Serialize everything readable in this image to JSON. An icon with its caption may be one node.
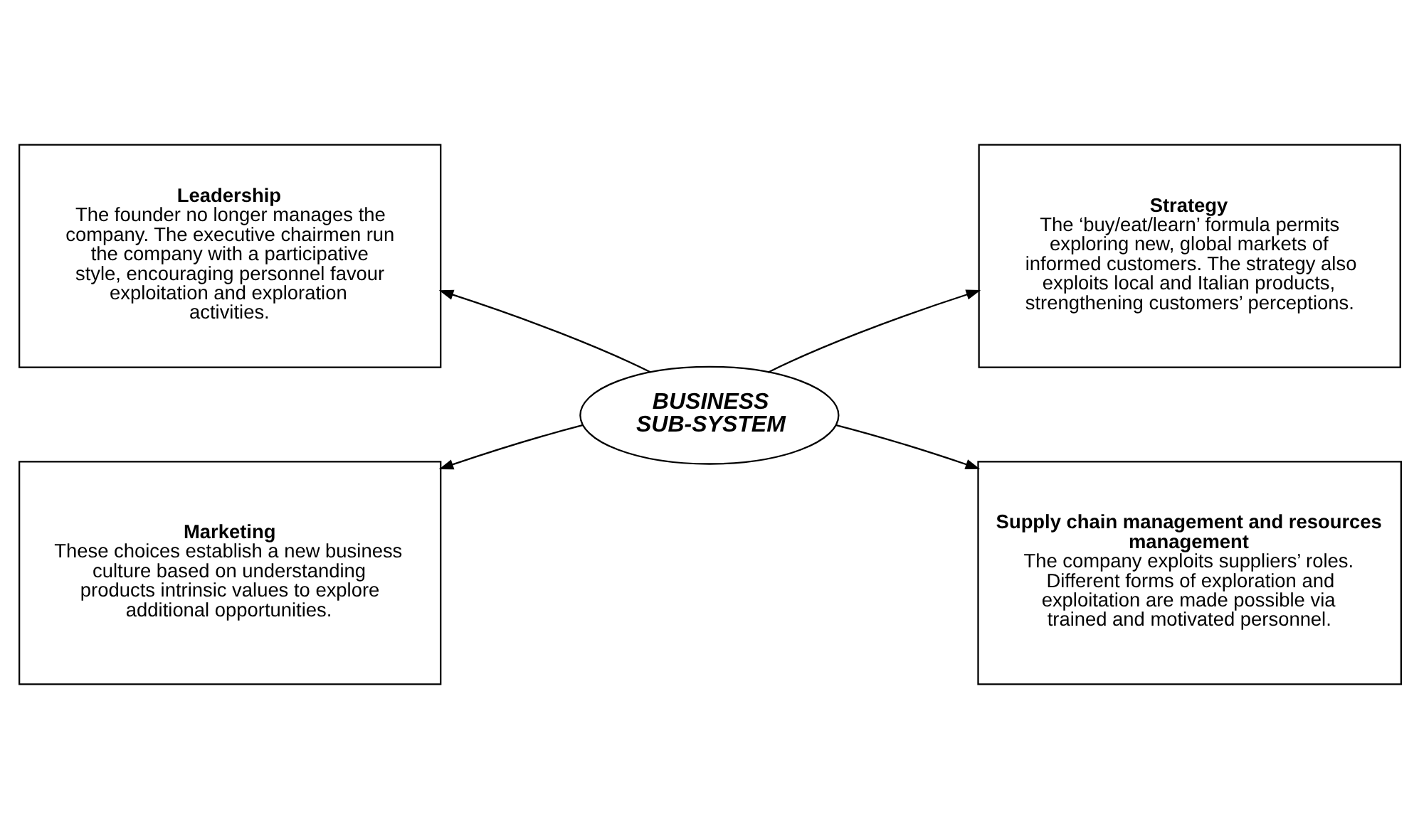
{
  "diagram": {
    "nodes": [
      {
        "text": [
          "Leadership",
          "The founder no longer manages the company. The executive chairmen run the company with a participative style, encouraging personnel favour exploitation and exploration activities."
        ]
      },
      {
        "text": [
          "Strategy",
          "The ‘buy/eat/learn’ formula permits exploring new, global markets of informed customers. The strategy also exploits local and Italian products, strengthening customers’ perceptions."
        ]
      },
      {
        "text": [
          "BUSINESS SUB-SYSTEM"
        ]
      },
      {
        "text": [
          "Marketing",
          "These choices establish a new business culture based on understanding products intrinsic values to explore additional opportunities."
        ]
      },
      {
        "text": [
          "Supply chain management and resources management",
          "The company exploits suppliers’ roles. Different forms of exploration and exploitation are made possible via trained and motivated personnel."
        ]
      }
    ],
    "edges": [
      {
        "from": 2,
        "to": 0,
        "arrow": "to"
      },
      {
        "from": 2,
        "to": 1,
        "arrow": "to"
      },
      {
        "from": 2,
        "to": 3,
        "arrow": "to"
      },
      {
        "from": 2,
        "to": 4,
        "arrow": "to"
      }
    ]
  }
}
